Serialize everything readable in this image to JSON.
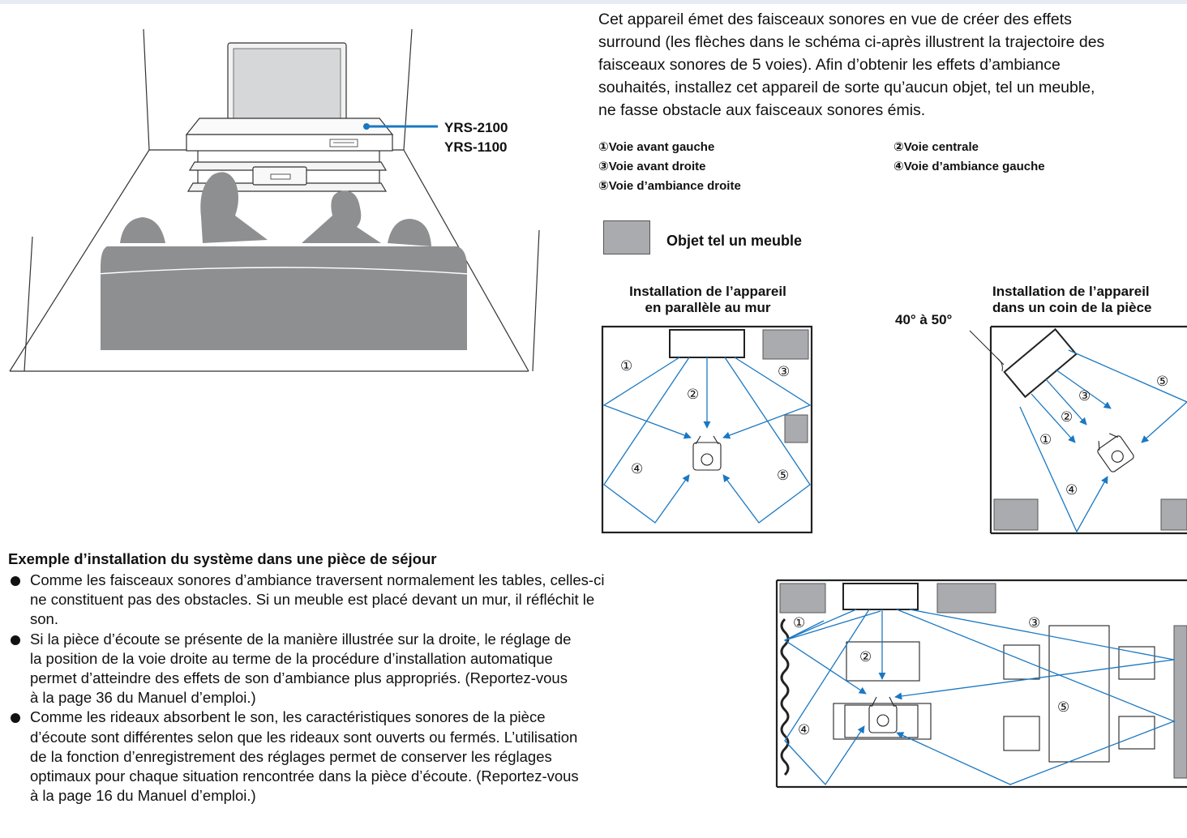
{
  "intro": {
    "lines": [
      "Cet appareil émet des faisceaux sonores en vue de créer des effets",
      "surround (les flèches dans le schéma ci-après illustrent la trajectoire des",
      "faisceaux sonores de 5 voies). Afin d’obtenir les effets d’ambiance",
      "souhaités, installez cet appareil de sorte qu’aucun objet, tel un meuble,",
      "ne fasse obstacle aux faisceaux sonores émis."
    ]
  },
  "beams": {
    "left_front": "①Voie avant gauche",
    "center": "②Voie centrale",
    "right_front": "③Voie avant droite",
    "left_surround": "④Voie d’ambiance gauche",
    "right_surround": "⑤Voie d’ambiance droite"
  },
  "legend": {
    "furniture_label": "Objet tel un meuble"
  },
  "model_labels": [
    "YRS-2100",
    "YRS-1100"
  ],
  "figures": {
    "parallel_title": [
      "Installation de l’appareil",
      "en parallèle au mur"
    ],
    "corner_title": [
      "Installation de l’appareil",
      "dans un coin de la pièce"
    ],
    "angle_label": "40° à 50°"
  },
  "markers": {
    "m1": "①",
    "m2": "②",
    "m3": "③",
    "m4": "④",
    "m5": "⑤"
  },
  "section": {
    "title": "Exemple d’installation du système dans une pièce de séjour",
    "bullets": [
      [
        "Comme les faisceaux sonores d’ambiance traversent normalement les tables, celles-ci",
        "ne constituent pas des obstacles. Si un meuble est placé devant un mur, il réfléchit le",
        "son."
      ],
      [
        "Si la pièce d’écoute se présente de la manière illustrée sur la droite, le réglage de",
        "la position de la voie droite au terme de la procédure d’installation automatique",
        "permet d’atteindre des effets de son d’ambiance plus appropriés. (Reportez-vous",
        "à la page 36 du Manuel d’emploi.)"
      ],
      [
        "Comme les rideaux absorbent le son, les caractéristiques sonores de la pièce",
        "d’écoute sont différentes selon que les rideaux sont ouverts ou fermés. L’utilisation",
        "de la fonction d’enregistrement des réglages permet de conserver les réglages",
        "optimaux pour chaque situation rencontrée dans la pièce d’écoute. (Reportez-vous",
        "à la page 16 du Manuel d’emploi.)"
      ]
    ]
  },
  "colors": {
    "beam": "#1a78c2",
    "furniture": "#a9abae",
    "silhouette": "#8e8f91",
    "line": "#222222"
  },
  "icons": [
    "soundbar-icon",
    "listener-icon",
    "furniture-icon",
    "curtain-icon",
    "tv-icon"
  ]
}
